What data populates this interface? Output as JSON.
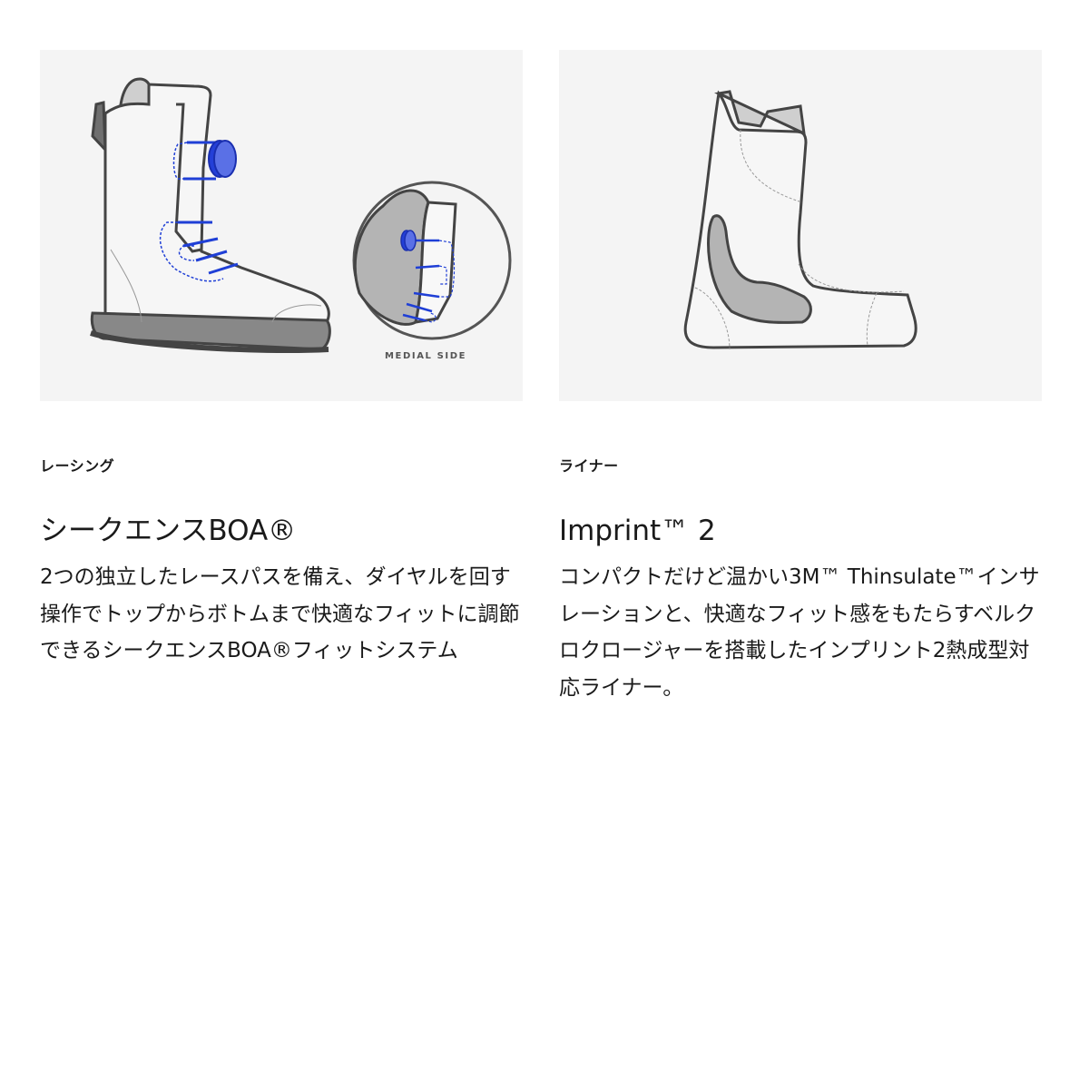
{
  "features": [
    {
      "category": "レーシング",
      "title": "シークエンスBOA®",
      "description": "2つの独立したレースパスを備え、ダイヤルを回す操作でトップからボトムまで快適なフィットに調節できるシークエンスBOA®フィットシステム",
      "image": {
        "subject": "boot-lacing-illustration",
        "inset_label": "MEDIAL SIDE",
        "lace_color": "#1f3fd6",
        "background": "#f4f4f4"
      }
    },
    {
      "category": "ライナー",
      "title": "Imprint™ 2",
      "description": "コンパクトだけど温かい3M™ Thinsulate™インサレーションと、快適なフィット感をもたらすベルクロクロージャーを搭載したインプリント2熱成型対応ライナー。",
      "image": {
        "subject": "liner-illustration",
        "background": "#f4f4f4"
      }
    }
  ]
}
